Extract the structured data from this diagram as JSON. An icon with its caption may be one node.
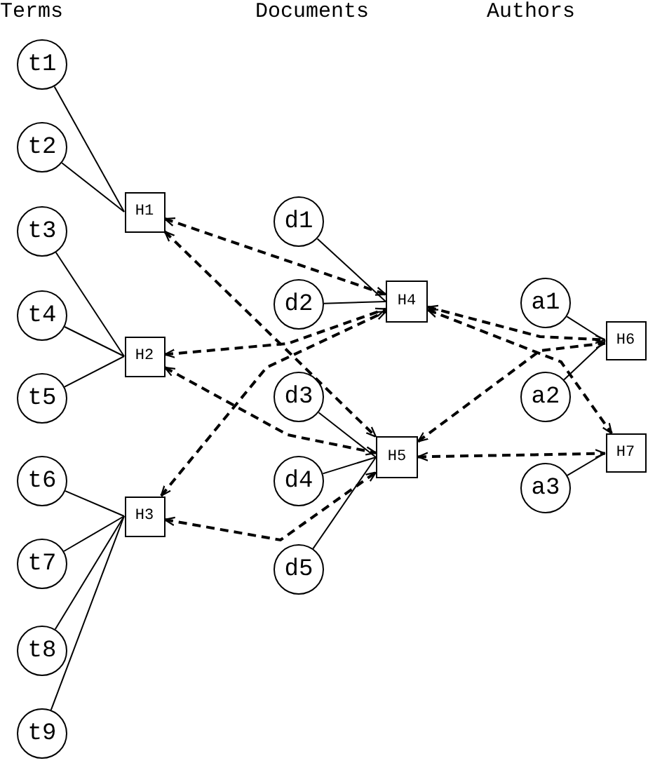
{
  "diagram": {
    "nodes": [
      {
        "text": [
          "t1"
        ]
      },
      {
        "text": [
          "t2"
        ]
      },
      {
        "text": [
          "t3"
        ]
      },
      {
        "text": [
          "t4"
        ]
      },
      {
        "text": [
          "t5"
        ]
      },
      {
        "text": [
          "t6"
        ]
      },
      {
        "text": [
          "t7"
        ]
      },
      {
        "text": [
          "t8"
        ]
      },
      {
        "text": [
          "t9"
        ]
      },
      {
        "text": [
          "H1"
        ]
      },
      {
        "text": [
          "H2"
        ]
      },
      {
        "text": [
          "H3"
        ]
      },
      {
        "text": [
          "d1"
        ]
      },
      {
        "text": [
          "d2"
        ]
      },
      {
        "text": [
          "d3"
        ]
      },
      {
        "text": [
          "d4"
        ]
      },
      {
        "text": [
          "d5"
        ]
      },
      {
        "text": [
          "H4"
        ]
      },
      {
        "text": [
          "H5"
        ]
      },
      {
        "text": [
          "a1"
        ]
      },
      {
        "text": [
          "a2"
        ]
      },
      {
        "text": [
          "a3"
        ]
      },
      {
        "text": [
          "H6"
        ]
      },
      {
        "text": [
          "H7"
        ]
      }
    ],
    "edges": [
      {
        "from": 0,
        "to": 9,
        "arrow": "none"
      },
      {
        "from": 1,
        "to": 9,
        "arrow": "none"
      },
      {
        "from": 2,
        "to": 10,
        "arrow": "none"
      },
      {
        "from": 3,
        "to": 10,
        "arrow": "none"
      },
      {
        "from": 4,
        "to": 10,
        "arrow": "none"
      },
      {
        "from": 5,
        "to": 11,
        "arrow": "none"
      },
      {
        "from": 6,
        "to": 11,
        "arrow": "none"
      },
      {
        "from": 7,
        "to": 11,
        "arrow": "none"
      },
      {
        "from": 8,
        "to": 11,
        "arrow": "none"
      },
      {
        "from": 12,
        "to": 17,
        "arrow": "none"
      },
      {
        "from": 13,
        "to": 17,
        "arrow": "none"
      },
      {
        "from": 14,
        "to": 18,
        "arrow": "none"
      },
      {
        "from": 15,
        "to": 18,
        "arrow": "none"
      },
      {
        "from": 16,
        "to": 18,
        "arrow": "none"
      },
      {
        "from": 19,
        "to": 22,
        "arrow": "none"
      },
      {
        "from": 20,
        "to": 22,
        "arrow": "none"
      },
      {
        "from": 21,
        "to": 23,
        "arrow": "none"
      },
      {
        "from": 9,
        "to": 17,
        "arrow": "both",
        "style": "dashed"
      },
      {
        "from": 9,
        "to": 18,
        "arrow": "both",
        "style": "dashed"
      },
      {
        "from": 10,
        "to": 17,
        "arrow": "both",
        "style": "dashed"
      },
      {
        "from": 10,
        "to": 18,
        "arrow": "both",
        "style": "dashed"
      },
      {
        "from": 11,
        "to": 17,
        "arrow": "both",
        "style": "dashed"
      },
      {
        "from": 11,
        "to": 18,
        "arrow": "both",
        "style": "dashed"
      },
      {
        "from": 17,
        "to": 22,
        "arrow": "both",
        "style": "dashed"
      },
      {
        "from": 17,
        "to": 23,
        "arrow": "both",
        "style": "dashed"
      },
      {
        "from": 18,
        "to": 22,
        "arrow": "both",
        "style": "dashed"
      },
      {
        "from": 18,
        "to": 23,
        "arrow": "both",
        "style": "dashed"
      }
    ],
    "labels": [
      "Terms",
      "Documents",
      "Authors"
    ]
  }
}
